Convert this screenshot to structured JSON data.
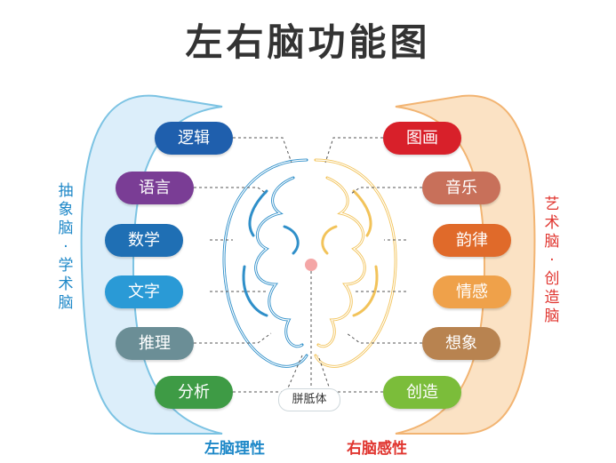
{
  "title": "左右脑功能图",
  "left_side_label": "抽象脑\n·\n学术脑",
  "right_side_label": "艺术脑\n·\n创造脑",
  "left_items": [
    "逻辑",
    "语言",
    "数学",
    "文字",
    "推理",
    "分析"
  ],
  "right_items": [
    "图画",
    "音乐",
    "韵律",
    "情感",
    "想象",
    "创造"
  ],
  "left_bottom": "左脑理性",
  "right_bottom": "右脑感性",
  "corpus_callosum": "胼胝体",
  "colors": {
    "left_panel": "#dceefa",
    "left_panel_border": "#7cc3e3",
    "right_panel": "#fbe2c4",
    "right_panel_border": "#f2b472",
    "left_text": "#1e88c8",
    "right_text": "#e0352f",
    "left_pills": [
      "#1f5fad",
      "#7a3d95",
      "#1f6fb4",
      "#2a9ad6",
      "#6b8e96",
      "#3e9b45"
    ],
    "right_pills": [
      "#d8202a",
      "#c8705a",
      "#e06a2a",
      "#efa14a",
      "#b88350",
      "#7bbd3a"
    ]
  }
}
